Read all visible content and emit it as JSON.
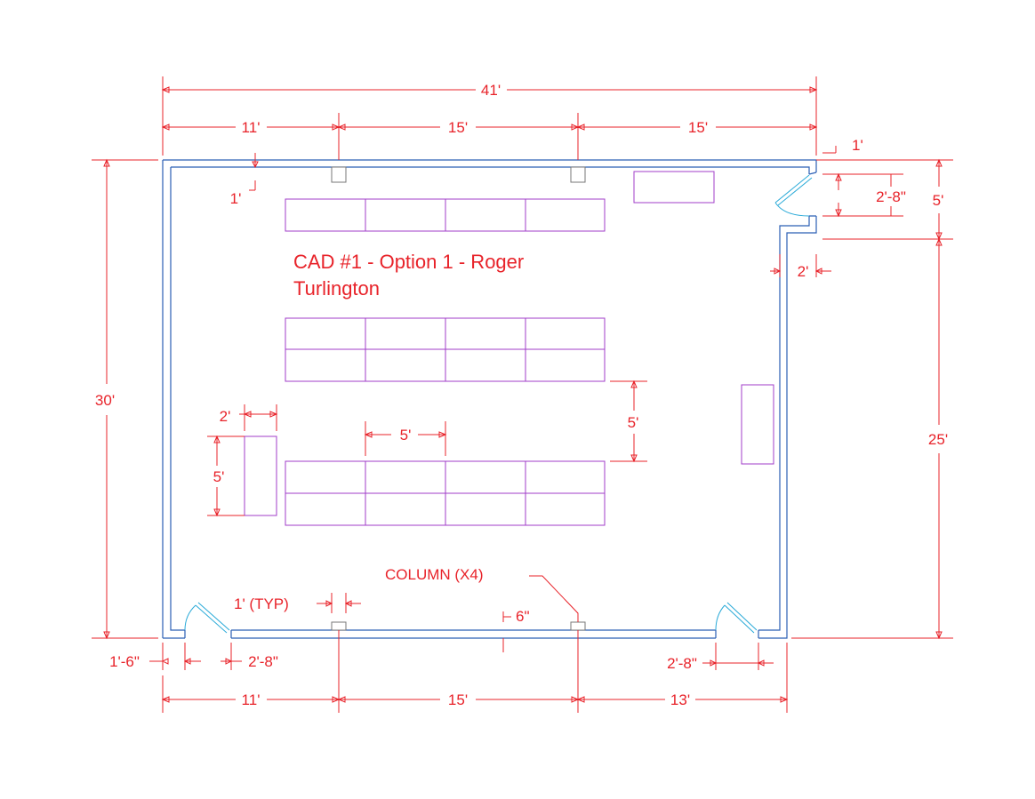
{
  "title_lines": [
    "CAD #1 - Option 1 - Roger",
    "Turlington"
  ],
  "labels": {
    "column_note": "COLUMN (X4)",
    "typ_note": "1' (TYP)"
  },
  "dimensions": {
    "overall_top": "41'",
    "top_left": "11'",
    "top_mid": "15'",
    "top_right": "15'",
    "left_overall": "30'",
    "right_upper": "5'",
    "right_lower": "25'",
    "wall_offset": "1'",
    "top_jog": "1'",
    "door_right_width": "2'-8\"",
    "inset_right": "2'",
    "cabinet_width": "2'",
    "cabinet_height": "5'",
    "desk_width": "5'",
    "row_spacing": "5'",
    "column_depth": "6\"",
    "bottom_left_offset": "1'-6\"",
    "door_bl_width": "2'-8\"",
    "door_br_width": "2'-8\"",
    "bottom_left": "11'",
    "bottom_mid": "15'",
    "bottom_right": "13'"
  },
  "colors": {
    "dimension": "#e8232a",
    "wall": "#2b5fb5",
    "furniture": "#a03cc8",
    "door": "#2aaad8"
  }
}
